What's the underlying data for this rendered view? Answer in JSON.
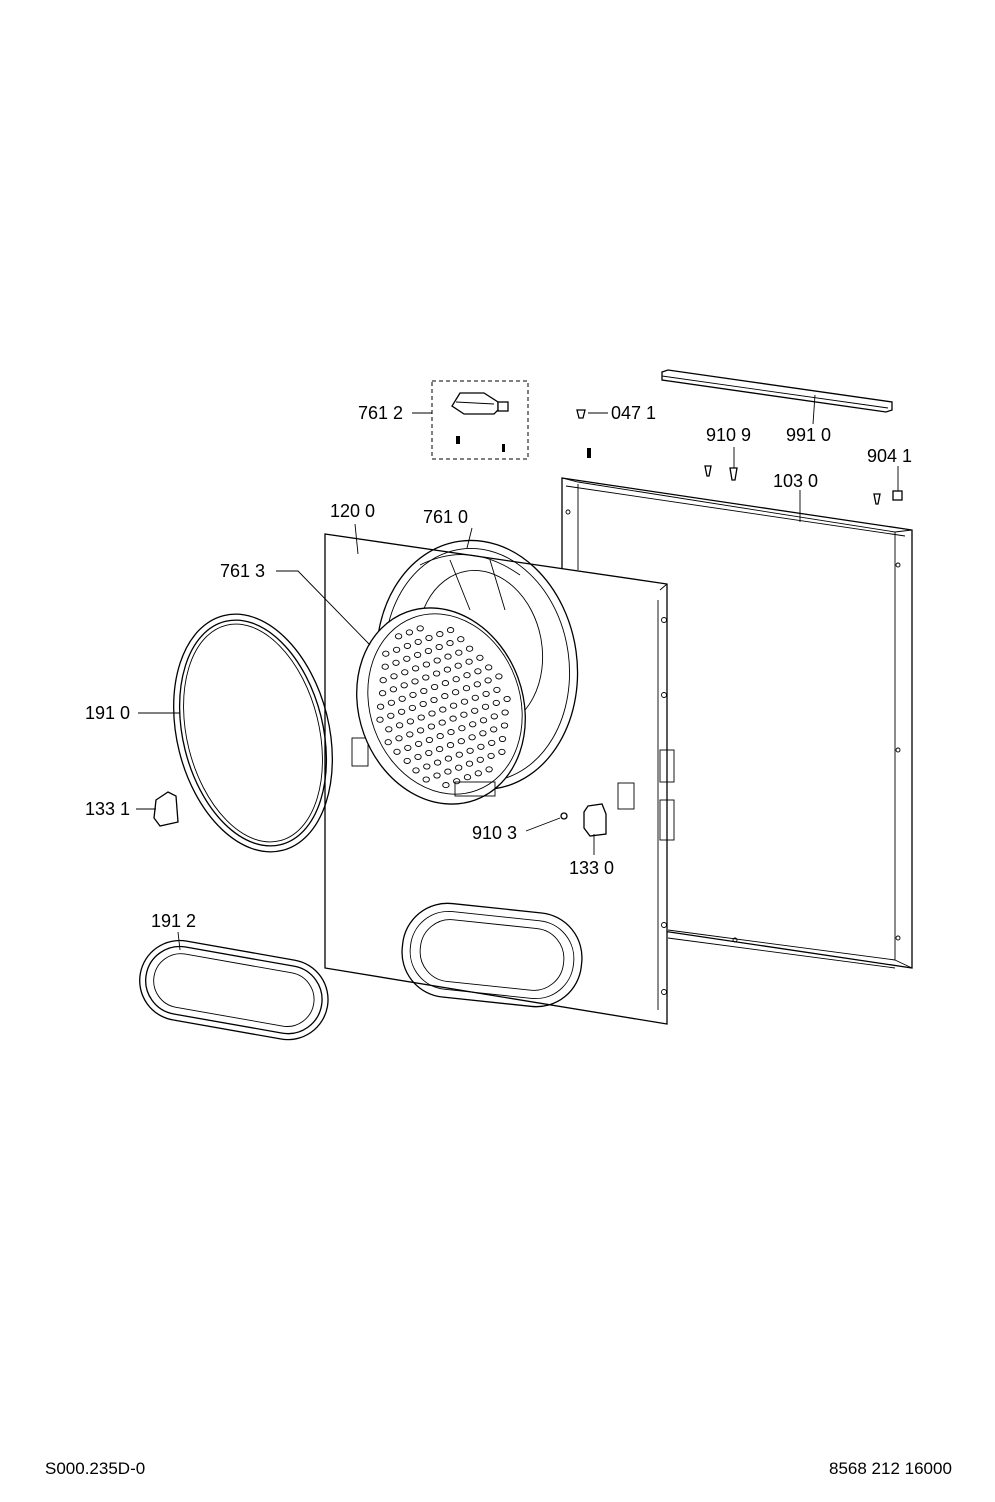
{
  "parts": {
    "p7612": "761 2",
    "p0471": "047 1",
    "p9109": "910 9",
    "p9910": "991 0",
    "p9041": "904 1",
    "p1030": "103 0",
    "p1200": "120 0",
    "p7610": "761 0",
    "p7613": "761 3",
    "p1910": "191 0",
    "p1331": "133 1",
    "p9103": "910 3",
    "p1330": "133 0",
    "p1912": "191 2"
  },
  "footer": {
    "drawing_code": "S000.235D-0",
    "part_number": "8568 212 16000"
  }
}
